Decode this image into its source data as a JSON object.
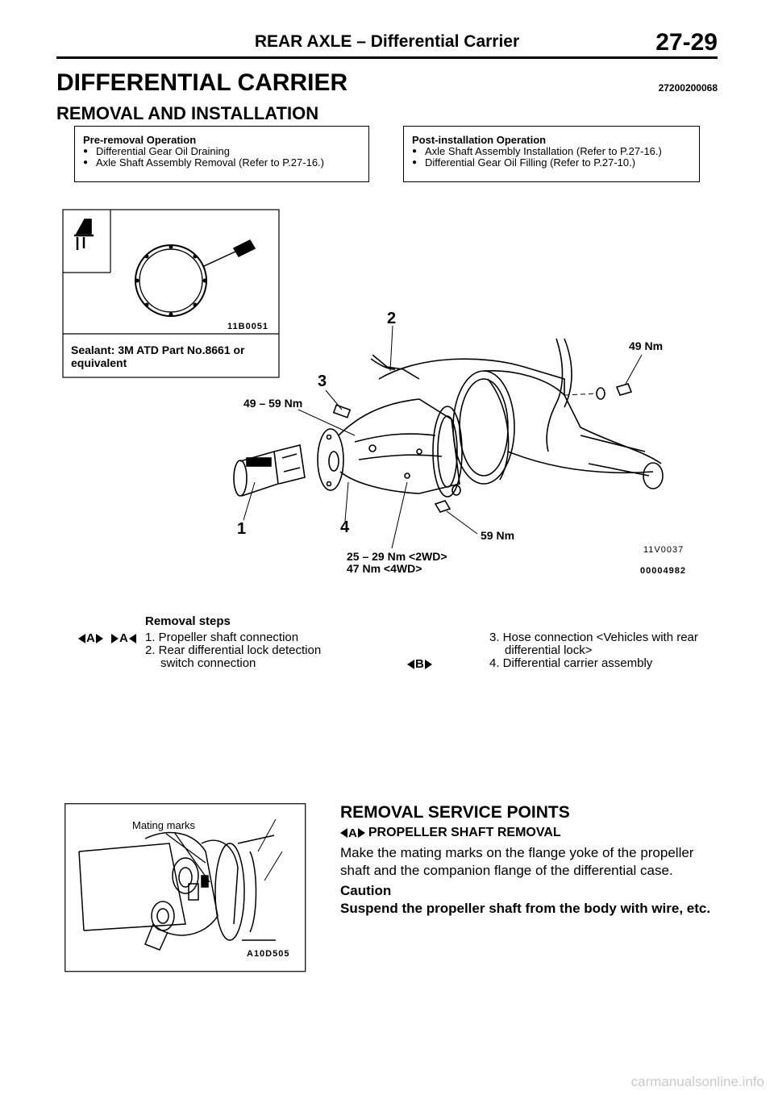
{
  "header": {
    "title": "REAR AXLE – Differential Carrier",
    "page": "27-29"
  },
  "main_title": "DIFFERENTIAL CARRIER",
  "doc_id": "27200200068",
  "sub_title": "REMOVAL AND INSTALLATION",
  "pre_removal": {
    "title": "Pre-removal Operation",
    "items": [
      "Differential Gear Oil Draining",
      "Axle Shaft Assembly Removal (Refer to P.27-16.)"
    ]
  },
  "post_installation": {
    "title": "Post-installation Operation",
    "items": [
      "Axle Shaft Assembly Installation (Refer to P.27-16.)",
      "Differential Gear Oil Filling (Refer to P.27-10.)"
    ]
  },
  "figure1": {
    "sealant_code": "11B0051",
    "sealant_text": "Sealant: 3M ATD Part No.8661 or equivalent",
    "callouts": [
      "1",
      "2",
      "3",
      "4"
    ],
    "torques": {
      "t1": "49 Nm",
      "t2": "49 – 59 Nm",
      "t3": "59 Nm",
      "t4a": "25 – 29 Nm <2WD>",
      "t4b": "47 Nm <4WD>"
    },
    "code1": "11V0037",
    "code2": "00004982"
  },
  "removal_steps": {
    "title": "Removal steps",
    "marks": {
      "a_fwd": "A",
      "a_rev": "A",
      "b": "B"
    },
    "step1": "1. Propeller shaft connection",
    "step2a": "2. Rear differential lock detection",
    "step2b": "switch connection",
    "step3a": "3. Hose connection <Vehicles with rear",
    "step3b": "differential lock>",
    "step4": "4. Differential carrier assembly"
  },
  "figure2": {
    "label": "Mating marks",
    "code": "A10D505"
  },
  "service": {
    "title": "REMOVAL SERVICE POINTS",
    "mark": "A",
    "subtitle": "PROPELLER SHAFT REMOVAL",
    "body": "Make the mating marks on the flange yoke of the propeller shaft and the companion flange of the differential case.",
    "caution_title": "Caution",
    "caution_text": "Suspend the propeller shaft from the body with wire, etc."
  },
  "watermark": "carmanualsonline.info"
}
